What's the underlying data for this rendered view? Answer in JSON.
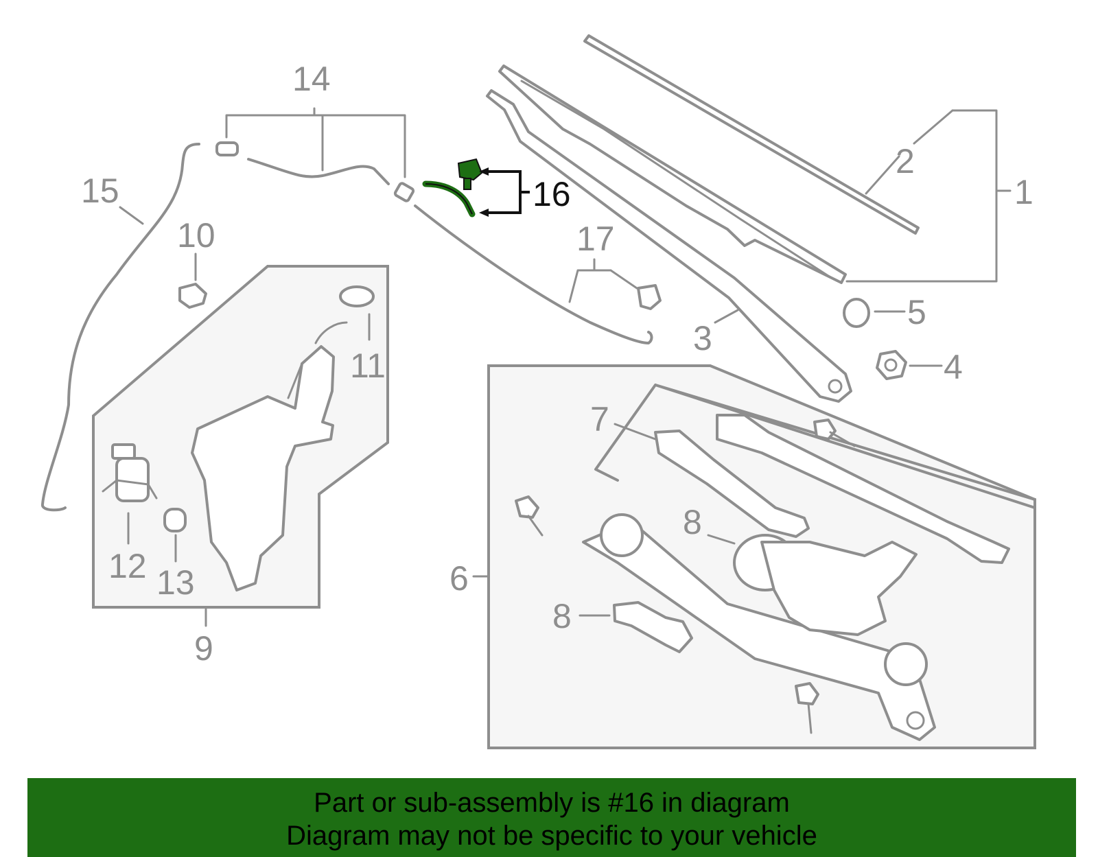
{
  "callouts": {
    "c1": "1",
    "c2": "2",
    "c3": "3",
    "c4": "4",
    "c5": "5",
    "c6": "6",
    "c7": "7",
    "c8a": "8",
    "c8b": "8",
    "c9": "9",
    "c10": "10",
    "c11": "11",
    "c12": "12",
    "c13": "13",
    "c14": "14",
    "c15": "15",
    "c16": "16",
    "c17": "17"
  },
  "highlight": {
    "color": "#1d6e13"
  },
  "banner": {
    "line1": "Part or sub-assembly is #16 in diagram",
    "line2": "Diagram may not be specific to your vehicle",
    "background": "#1d6e13"
  }
}
